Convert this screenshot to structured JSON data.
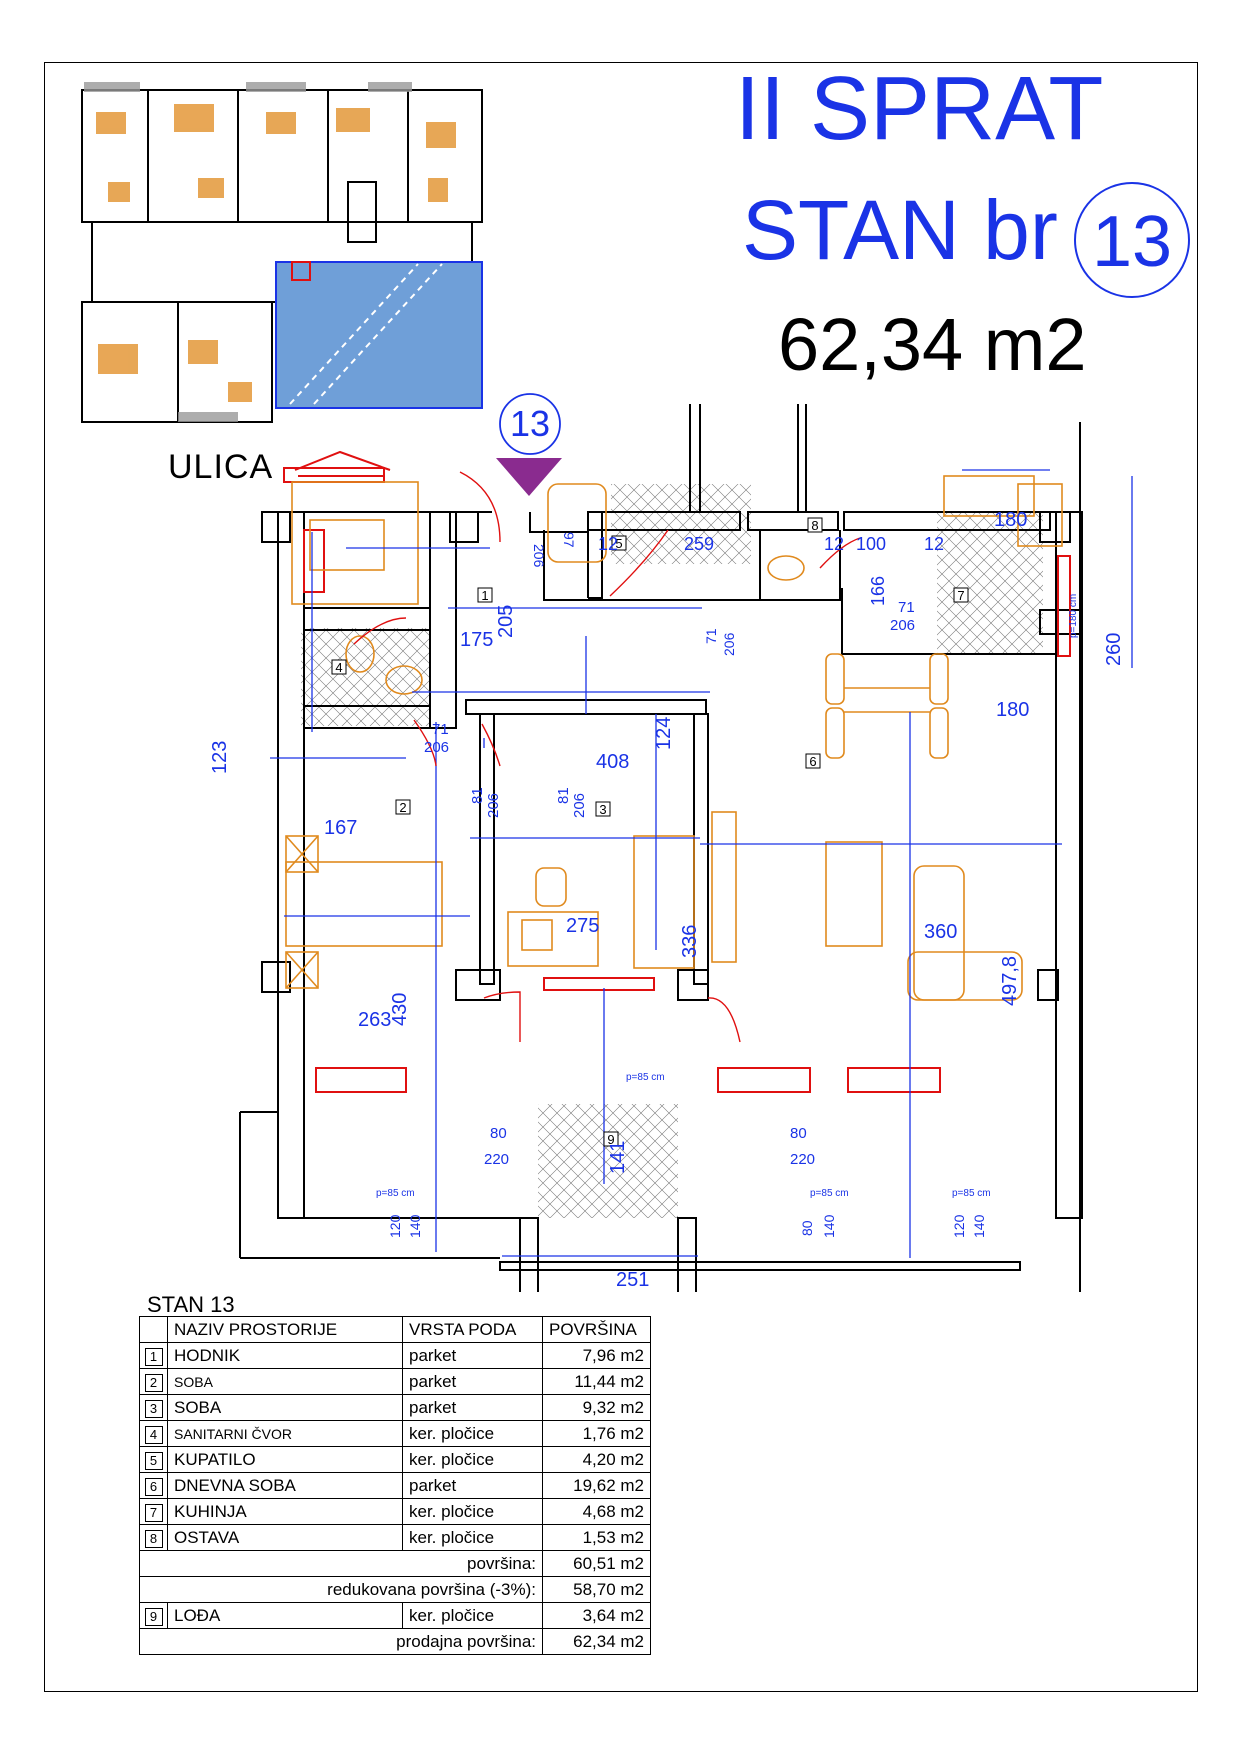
{
  "header": {
    "floor": "II SPRAT",
    "unit_prefix": "STAN br",
    "unit_number": "13",
    "area": "62,34 m2"
  },
  "keyplan": {
    "street_label": "ULICA"
  },
  "plan": {
    "marker_number": "13",
    "room_tags": [
      "1",
      "2",
      "3",
      "4",
      "5",
      "6",
      "7",
      "8",
      "9"
    ],
    "dimensions": {
      "d180_top": "180",
      "d260": "260",
      "d206_entry": "206",
      "d97": "97",
      "d205": "205",
      "d175": "175",
      "d12a": "12",
      "d259": "259",
      "d12b": "12",
      "d100": "100",
      "d12c": "12",
      "d166": "166",
      "d71a": "71",
      "d206a": "206",
      "d71b": "71",
      "d206b": "206",
      "d180_kitchen": "180",
      "d124": "124",
      "d123": "123",
      "d71c": "71",
      "d206c": "206",
      "d408": "408",
      "d81a": "81",
      "d206d": "206",
      "d81b": "81",
      "d206e": "206",
      "d167": "167",
      "d275": "275",
      "d336": "336",
      "d360": "360",
      "d497": "497,8",
      "d263": "263",
      "d430": "430",
      "d80a": "80",
      "d220a": "220",
      "d141": "141",
      "d80b": "80",
      "d220b": "220",
      "d120a": "120",
      "d140a": "140",
      "d80c": "80",
      "d140b": "140",
      "d120b": "120",
      "d140c": "140",
      "d251": "251"
    },
    "notes": {
      "p180": "p=180 cm",
      "p85_desk": "p=85 cm",
      "p85_a": "p=85 cm",
      "p85_b": "p=85 cm",
      "p85_c": "p=85 cm"
    }
  },
  "table": {
    "caption": "STAN 13",
    "headers": [
      "NAZIV PROSTORIJE",
      "VRSTA PODA",
      "POVRŠINA"
    ],
    "rows": [
      {
        "no": "1",
        "name": "HODNIK",
        "floor": "parket",
        "area": "7,96 m2"
      },
      {
        "no": "2",
        "name": "SOBA",
        "floor": "parket",
        "area": "11,44 m2"
      },
      {
        "no": "3",
        "name": "SOBA",
        "floor": "parket",
        "area": "9,32 m2"
      },
      {
        "no": "4",
        "name": "SANITARNI ČVOR",
        "floor": "ker. pločice",
        "area": "1,76 m2"
      },
      {
        "no": "5",
        "name": "KUPATILO",
        "floor": "ker. pločice",
        "area": "4,20 m2"
      },
      {
        "no": "6",
        "name": "DNEVNA SOBA",
        "floor": "parket",
        "area": "19,62 m2"
      },
      {
        "no": "7",
        "name": "KUHINJA",
        "floor": "ker. pločice",
        "area": "4,68 m2"
      },
      {
        "no": "8",
        "name": "OSTAVA",
        "floor": "ker. pločice",
        "area": "1,53 m2"
      }
    ],
    "subtotal_label": "površina:",
    "subtotal_value": "60,51 m2",
    "reduced_label": "redukovana površina (-3%):",
    "reduced_value": "58,70 m2",
    "loggia": {
      "no": "9",
      "name": "LOĐA",
      "floor": "ker. pločice",
      "area": "3,64 m2"
    },
    "sale_label": "prodajna površina:",
    "sale_value": "62,34 m2"
  },
  "colors": {
    "title_blue": "#1a33e6",
    "dimension_blue": "#1a33e6",
    "wall_red": "#e01010",
    "furniture_orange": "#e08a1e",
    "highlight_blue": "#6f9fd8",
    "marker_purple": "#8a2b8f"
  }
}
